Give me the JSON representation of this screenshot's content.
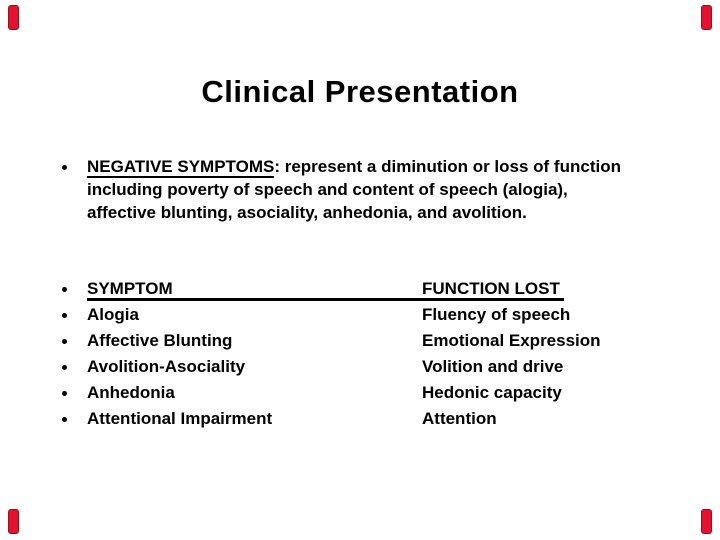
{
  "slide": {
    "title": "Clinical Presentation"
  },
  "intro": {
    "lead": "NEGATIVE SYMPTOMS",
    "line1_rest": ": represent a diminution or loss of function",
    "line2": "including poverty of speech and content of speech (alogia),",
    "line3": "affective blunting, asociality, anhedonia, and avolition."
  },
  "table": {
    "header": {
      "symptom": "SYMPTOM",
      "function": "FUNCTION LOST"
    },
    "rows": [
      {
        "symptom": "Alogia",
        "function": "Fluency of speech"
      },
      {
        "symptom": "Affective Blunting",
        "function": "Emotional Expression"
      },
      {
        "symptom": "Avolition-Asociality",
        "function": "Volition and drive"
      },
      {
        "symptom": "Anhedonia",
        "function": "Hedonic capacity"
      },
      {
        "symptom": "Attentional Impairment",
        "function": "Attention"
      }
    ]
  },
  "colors": {
    "background": "#ffffff",
    "text": "#000000",
    "corner_mark": "#e8112d",
    "corner_mark_border": "#8c1122"
  }
}
